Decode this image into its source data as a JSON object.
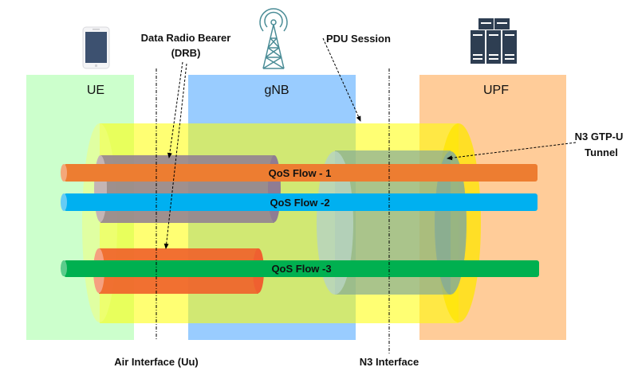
{
  "diagram": {
    "title": "5G QoS Flow / DRB / PDU Session / N3 GTP-U Tunnel",
    "nodes": [
      {
        "id": "ue",
        "label": "UE",
        "icon": "smartphone-icon",
        "color": "#ccffcc"
      },
      {
        "id": "gnb",
        "label": "gNB",
        "icon": "cell-tower-icon",
        "color": "#99ccff"
      },
      {
        "id": "upf",
        "label": "UPF",
        "icon": "server-rack-icon",
        "color": "#ffcc99"
      }
    ],
    "pdu_session": {
      "label": "PDU Session",
      "color": "#ffff00"
    },
    "drb": {
      "label_line1": "Data Radio Bearer",
      "label_line2": "(DRB)",
      "colors": [
        "#8f7c93",
        "#f0602a"
      ]
    },
    "n3_tunnel": {
      "label_line1": "N3 GTP-U",
      "label_line2": "Tunnel",
      "color": "#8fb59f"
    },
    "qos_flows": [
      {
        "label": "QoS Flow - 1",
        "color": "#ed7d31"
      },
      {
        "label": "QoS Flow -2",
        "color": "#00b0f0"
      },
      {
        "label": "QoS Flow -3",
        "color": "#00b050"
      }
    ],
    "interfaces": [
      {
        "label": "Air Interface (Uu)"
      },
      {
        "label": "N3 Interface"
      }
    ]
  }
}
